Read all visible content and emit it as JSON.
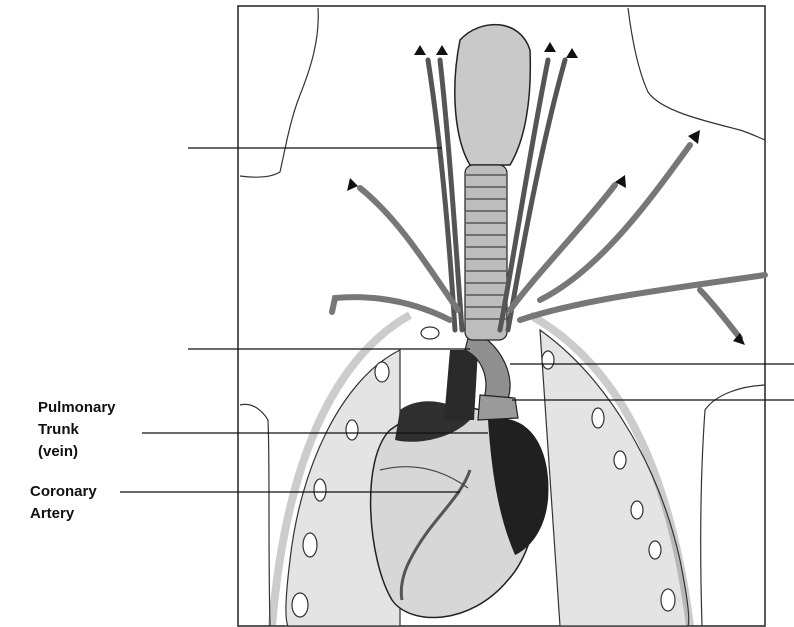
{
  "diagram": {
    "labels": {
      "pulmonary_trunk": {
        "lines": [
          "Pulmonary",
          "Trunk",
          "(vein)"
        ]
      },
      "coronary_artery": {
        "lines": [
          "Coronary",
          "Artery"
        ]
      }
    },
    "colors": {
      "ink": "#111111",
      "vessel_fill": "#8f8f8f",
      "vessel_dark": "#2a2a2a",
      "heart_light": "#d7d7d7",
      "heart_dark": "#202020",
      "lung_fill": "#e4e4e4",
      "trachea_fill": "#bdbdbd",
      "thyroid_fill": "#c9c9c9"
    },
    "blank_label_lines": 4
  }
}
